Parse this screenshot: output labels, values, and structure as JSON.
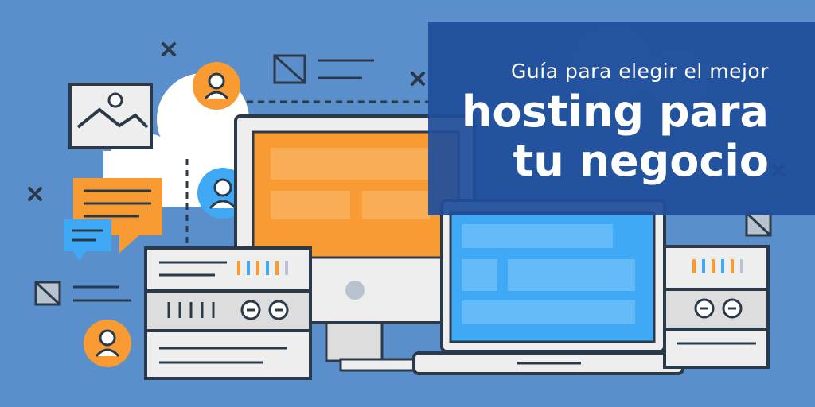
{
  "banner": {
    "subtitle": "Guía para elegir el mejor",
    "title_line1": "hosting para",
    "title_line2": "tu negocio"
  },
  "colors": {
    "background": "#5b8fcb",
    "banner": "#1f4e9b",
    "accent_orange": "#f79b32",
    "accent_blue": "#3fa9f5",
    "outline": "#2b3a4a",
    "panel": "#eeeeee"
  },
  "icons": [
    "user-icon",
    "image-icon",
    "chat-bubble-icon",
    "close-x-icon",
    "server-icon",
    "monitor-icon",
    "laptop-icon",
    "cloud-icon"
  ]
}
